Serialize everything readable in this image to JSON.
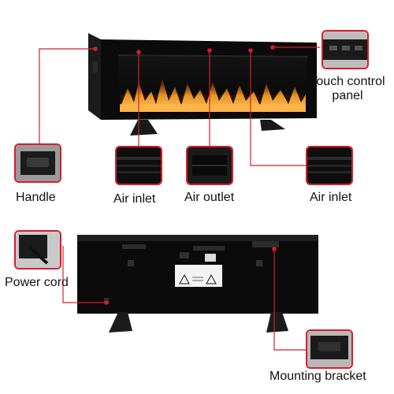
{
  "colors": {
    "callout": "#d51e2b",
    "unit_body": "#0b0b0b",
    "flame": "#f39a1e",
    "background": "#ffffff"
  },
  "labels": {
    "handle": "Handle",
    "air_inlet_left": "Air inlet",
    "air_outlet": "Air outlet",
    "air_inlet_right": "Air inlet",
    "touch_control_panel_line1": "Touch control",
    "touch_control_panel_line2": "panel",
    "power_cord": "Power cord",
    "mounting_bracket": "Mounting bracket"
  },
  "icons": [
    "warning-triangle-icon",
    "certification-mark-icon"
  ]
}
